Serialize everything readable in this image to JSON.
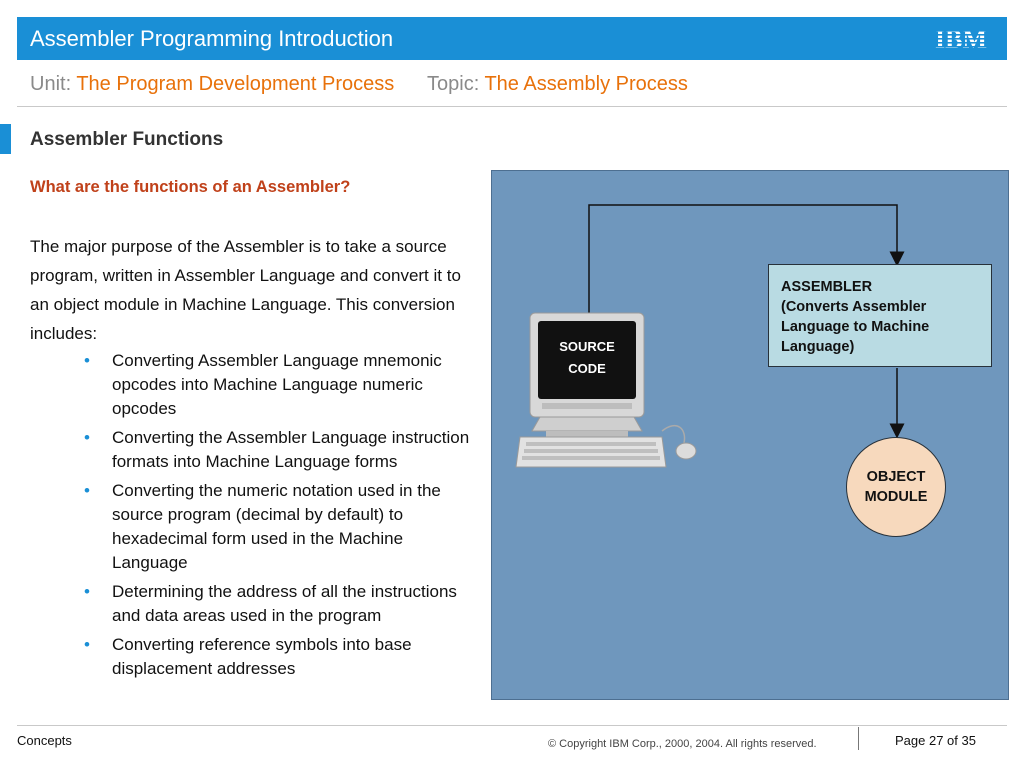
{
  "header": {
    "title": "Assembler Programming Introduction",
    "logo_text": "IBM",
    "colors": {
      "accent": "#1a8fd6",
      "highlight": "#e8710a",
      "label": "#8a8a8a"
    }
  },
  "subtitle": {
    "unit_label": "Unit:",
    "unit_value": "The Program Development Process",
    "topic_label": "Topic:",
    "topic_value": "The Assembly Process"
  },
  "section": {
    "title": "Assembler Functions",
    "question": "What are the functions of an Assembler?",
    "intro": "The major purpose of the Assembler is to take a source program, written in Assembler Language and convert it to an object module in Machine Language. This conversion includes:",
    "bullets": [
      "Converting Assembler Language mnemonic opcodes into Machine Language numeric opcodes",
      "Converting the Assembler Language instruction formats into Machine Language forms",
      "Converting the numeric notation used in the source program (decimal by default) to hexadecimal form used in the Machine Language",
      "Determining the address of all the instructions and data areas used in the program",
      "Converting reference symbols into base displacement addresses"
    ]
  },
  "diagram": {
    "source_screen_lines": [
      "SOURCE",
      "CODE"
    ],
    "assembler_lines": [
      "ASSEMBLER",
      "(Converts Assembler",
      "Language to Machine",
      "Language)"
    ],
    "object_lines": [
      "OBJECT",
      "MODULE"
    ],
    "colors": {
      "panel": "#6f97bd",
      "assembler_box": "#b9dbe3",
      "object_circle": "#f7d9bd"
    }
  },
  "footer": {
    "left": "Concepts",
    "copyright": "© Copyright IBM Corp., 2000, 2004. All rights reserved.",
    "page": "Page 27 of 35"
  }
}
